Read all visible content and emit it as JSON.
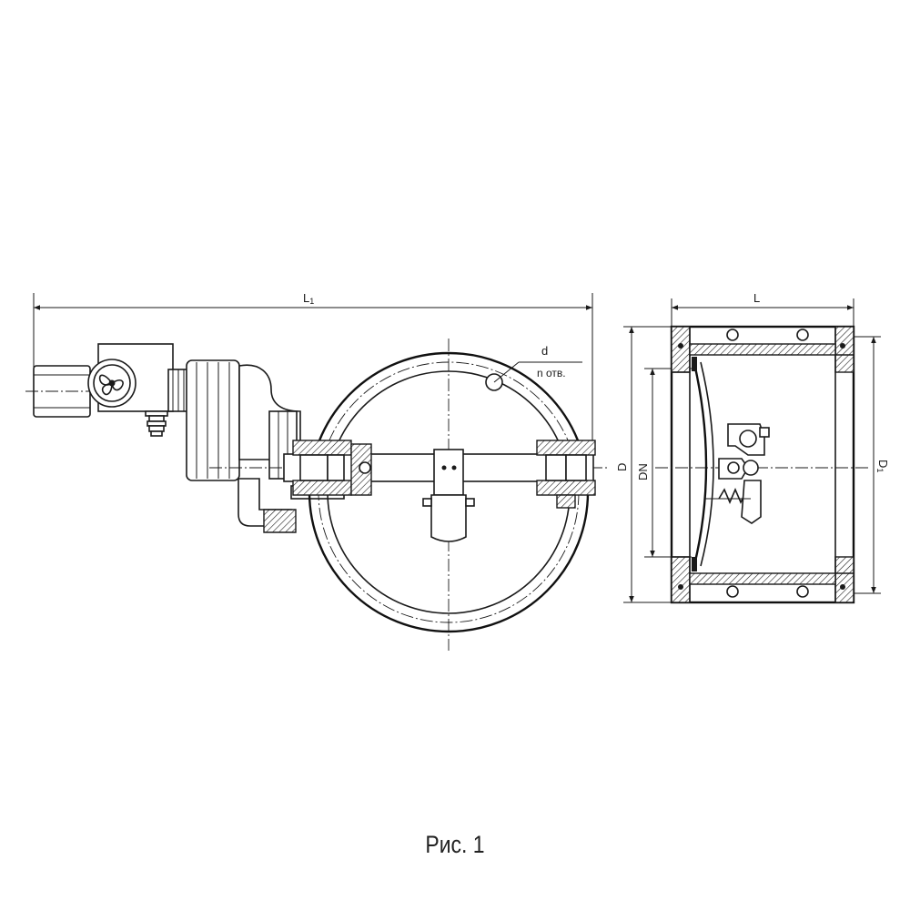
{
  "figure": {
    "caption": "Рис. 1"
  },
  "dimensions": {
    "overall_length": "L",
    "overall_length_sub": "1",
    "body_length": "L",
    "outer_diameter": "D",
    "nominal_diameter": "DN",
    "bolt_circle_diameter": "D",
    "bolt_circle_diameter_sub": "1",
    "hole_diameter": "d",
    "hole_count": "n отв."
  }
}
